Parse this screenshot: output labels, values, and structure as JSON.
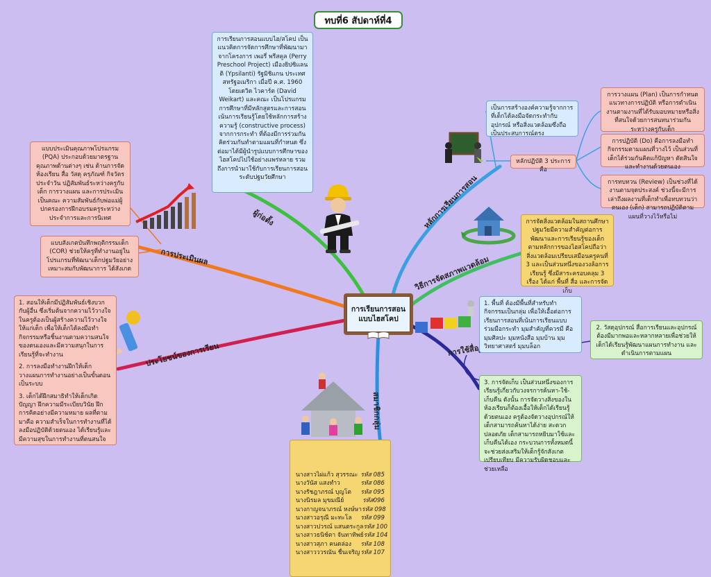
{
  "title": "ทบที่6  สัปดาห์ที่4",
  "central": "การเรียนการสอน แบบไฮสโคป",
  "branches": {
    "founder": "ผู้ก่อตั้ง",
    "principles": "หลักการเรียนการสอน",
    "environment": "วิธีการจัดสภาพแวดล้อม",
    "media": "การใช้สื่อ",
    "members": "สมาชิกกลุ่ม",
    "benefits": "ประโยชน์ของการเรียน",
    "evaluation": "การประเมินผล"
  },
  "founder_text": "การเรียนการสอนแบบไฮ/สโคป เป็นแนวคิดการจัดการศึกษาที่พัฒนามาจากโครงการ เพอรี่ พรีสคูล (Perry Preschool Project) เมืองยิปซิแลนติ (Ypsilanti) รัฐมิชิแกน ประเทศสหรัฐอเมริกา เมื่อปี ค.ศ. 1960 โดยเดวิด ไวคาร์ต (David Weikart) และคณะ เป็นโปรแกรมการศึกษาที่มีหลักสูตรและการสอนเน้นการเรียนรู้โดยใช้หลักการสร้างความรู้ (constructive process) จากการกระทำ ที่ต้องมีการร่วมกันคิดร่วมกันทำตามแผนที่กำหนด ซึ่งต่อมาได้มีผู้นำรูปแบบการศึกษาของไฮสโคปไปใช้อย่างแพร่หลาย รวมถึงการนำมาใช้กับการเรียนการสอนระดับปฐมวัยศึกษา",
  "principles_text": "เป็นการสร้างองค์ความรู้จากการที่เด็กได้ลงมือจัดกระทำกับอุปกรณ์ หรือสิ่งแวดล้อมซึ่งถือเป็นประสบการณ์ตรง",
  "principles_sub": "หลักปฏิบัติ 3 ประการ คือ",
  "plan_text": "การวางแผน (Plan) เป็นการกำหนดแนวทางการปฏิบัติ หรือการดำเนินงานตามงานที่ได้รับมอบหมายหรือสิ่งที่สนใจด้วยการสนทนาร่วมกันระหว่างครูกับเด็ก",
  "do_text": "การปฏิบัติ (Do) คือการลงมือทำกิจกรรมตามแผนที่วางไว้ เป็นส่วนที่เด็กได้ร่วมกันคิดแก้ปัญหา ตัดสินใจ และทำงานด้วยตนเอง",
  "review_text": "การทบทวน (Review) เป็นช่วงที่ได้งานตามจุดประสงค์ ช่วงนี้จะมีการเล่าถึงผลงานที่เด็กทำเพื่อทบทวนว่าตนเอง (เด็ก) สามารถปฏิบัติตามแผนที่วางไว้หรือไม่",
  "environment_text": "การจัดสิ่งแวดล้อมในสถานศึกษาปฐมวัยมีความสำคัญต่อการพัฒนาและการเรียนรู้ของเด็ก ตามหลักการของไฮสโคปถือว่าสิ่งแวดล้อมเปรียบเสมือนครูคนที่ 3 และเป็นส่วนหนึ่งของวงล้อการเรียนรู้ ซึ่งมีสาระครอบคลุม 3 เรื่อง ได้แก่ พื้นที่ สื่อ และการจัดเก็บ",
  "media_1": "1. พื้นที่ ต้องมีพื้นที่สำหรับทำกิจกรรมเป็นกลุ่ม เพื่อให้เอื้อต่อการเรียนการสอนที่เน้นการเรียนแบบร่วมมือกระทำ มุมสำคัญที่ควรมี คือ มุมศิลปะ มุมหนังสือ มุมบ้าน มุมวิทยาศาสตร์ มุมบล็อก",
  "media_2": "2. วัสดุอุปกรณ์ สื่อการเรียนและอุปกรณ์ต้องมีมากพอและหลากหลายเพื่อช่วยให้เด็กได้เรียนรู้พัฒนาแผนการทำงาน และดำเนินการตามแผน",
  "media_3": "3. การจัดเก็บ เป็นส่วนหนึ่งของการเรียนรู้เกี่ยวกับวงจรการค้นหา-ใช้-เก็บคืน ดังนั้น การจัดวางสิ่งของในห้องเรียนก็ต้องเอื้อให้เด็กได้เรียนรู้ด้วยตนเอง ครูต้องจัดวางอุปกรณ์ให้เด็กสามารถค้นหาได้ง่าย สะดวก ปลอดภัย เด็กสามารถหยิบมาใช้และเก็บคืนได้เอง กระบวนการทั้งหมดนี้จะช่วยส่งเสริมให้เด็กรู้จักสังเกต เปรียบเทียบ มีความรับผิดชอบและช่วยเหลือ",
  "benefits_1": "1. สอนให้เด็กมีปฏิสัมพันธ์เชิงบวกกับผู้อื่น ซึ่งเริ่มต้นจากความไว้วางใจในครูต้องเป็นผู้สร้างความไว้วางใจให้แก่เด็ก เพื่อให้เด็กได้ลงมือทำกิจกรรมหรือชิ้นงานตามความสนใจของตนเองและมีความสนุกในการเรียนรู้ที่จะทำงาน",
  "benefits_2": "2. การลงมือทำงานฝึกให้เด็กวางแผนการทำงานอย่างเป็นขั้นตอน เป็นระบบ",
  "benefits_3": "3. เด็กได้ฝึกสมาธิทำให้เด็กเกิดปัญญา ฝึกความมีระเบียบวินัย ฝึกการคิดอย่างมีความหมาย ผลที่ตามมาคือ ความสำเร็จในการทำงานที่ได้ลงมือปฏิบัติด้วยตนเอง ได้เรียนรู้และมีความสุขในการทำงานที่ตนสนใจ",
  "eval_1": "แบบประเมินคุณภาพโปรแกรม (PQA) ประกอบด้วยมาตรฐานคุณภาพด้านต่างๆ เช่น ด้านการจัดห้องเรียน สื่อ วัสดุ ครุภัณฑ์ กิจวัตรประจำวัน ปฏิสัมพันธ์ระหว่างครูกับเด็ก การวางแผน และการประเมินเป็นคณะ ความสัมพันธ์กับพ่อแม่ผู้ปกครองการฝึกอบรมครูระหว่างประจำการและการนิเทศ",
  "eval_2": "แบบสังเกตบันทึกพฤติกรรมเด็ก (COR) ช่วยให้ครูที่ทำงานอยู่ในโปรแกรมที่พัฒนาเด็กปฐมวัยอย่างเหมาะสมกับพัฒนาการ ได้สังเกต",
  "members": [
    {
      "name": "นางสาวไผ่แก้ว  สุวรรณะ",
      "code": "รหัส 085"
    },
    {
      "name": "นางวันัส  แสงทำว",
      "code": "รหัส 086"
    },
    {
      "name": "นางรัชฎาภรณ์  บุญโต",
      "code": "รหัส 095"
    },
    {
      "name": "นางนิรมล  มุขมณีย์",
      "code": "รหัส096"
    },
    {
      "name": "นางกาญจนาภรณ์  หงษ์ษา",
      "code": "รหัส 098"
    },
    {
      "name": "นางสาวอรุณี  มะทะโล",
      "code": "รหัส 099"
    },
    {
      "name": "นางสาวปวรณ์  แสนตระกูล",
      "code": "รหัส 100"
    },
    {
      "name": "นางสาวธนิช์ตา  จันทาทิพย์",
      "code": "รหัส 104"
    },
    {
      "name": "นางสาวสุภา  คนดล่อง",
      "code": "รหัส 108"
    },
    {
      "name": "นางสาวววรณัน  ชื่นเจริญ",
      "code": "รหัส 107"
    }
  ],
  "colors": {
    "background": "#cdbef2",
    "founder": "#3fbf3f",
    "principles": "#3aa0e0",
    "environment": "#3fbf5f",
    "media": "#2a2a9a",
    "members": "#2d8fe0",
    "benefits": "#d02050",
    "evaluation": "#f07820"
  }
}
